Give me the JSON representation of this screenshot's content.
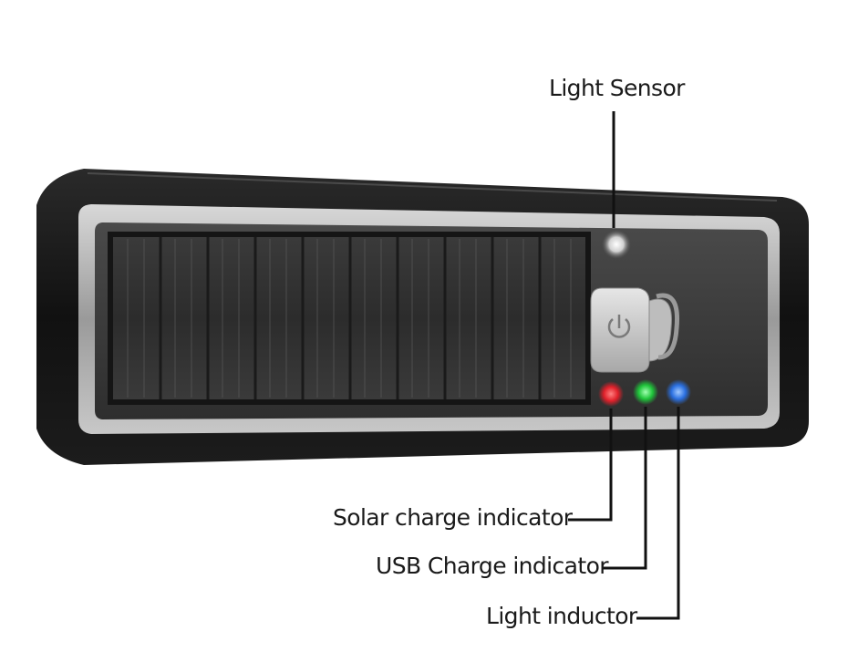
{
  "callouts": {
    "light_sensor": "Light Sensor",
    "solar_charge_indicator": "Solar charge indicator",
    "usb_charge_indicator": "USB Charge indicator",
    "light_inductor": "Light inductor"
  },
  "indicator_colors": {
    "solar": "#e0202a",
    "usb": "#1fc43a",
    "light": "#2a6fe0"
  },
  "icons": {
    "power_button": "power-icon"
  }
}
